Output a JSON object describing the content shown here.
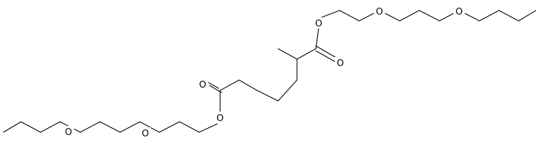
{
  "molecule": {
    "atoms": [
      {
        "label": "O"
      },
      {
        "label": "O"
      },
      {
        "label": "O"
      },
      {
        "label": "O"
      },
      {
        "label": "O"
      },
      {
        "label": "O"
      },
      {
        "label": "O"
      },
      {
        "label": "O"
      }
    ]
  },
  "colors": {
    "bond": "#000000",
    "label": "#000000",
    "background": "#ffffff"
  }
}
